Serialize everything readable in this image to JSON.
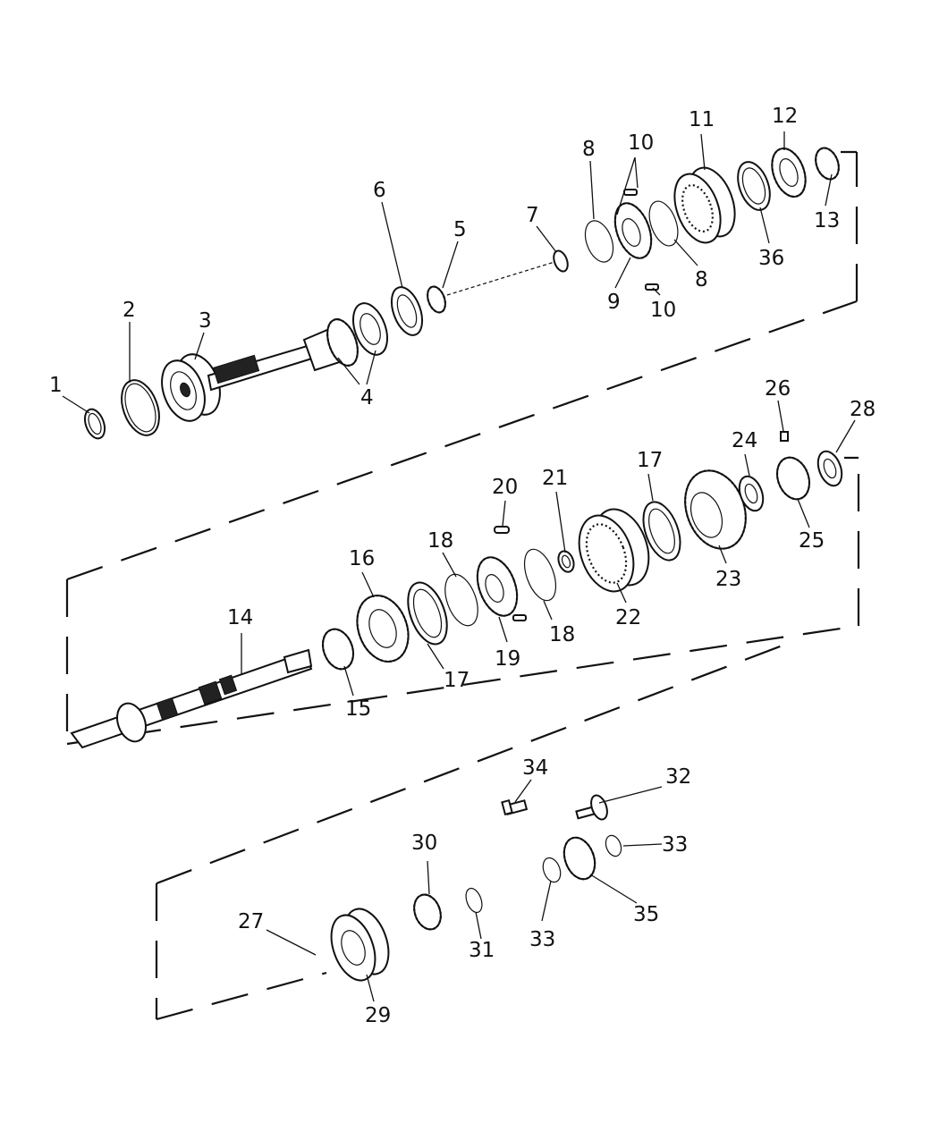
{
  "callouts": [
    {
      "id": "1",
      "text": "1"
    },
    {
      "id": "2",
      "text": "2"
    },
    {
      "id": "3",
      "text": "3"
    },
    {
      "id": "4",
      "text": "4"
    },
    {
      "id": "5",
      "text": "5"
    },
    {
      "id": "6",
      "text": "6"
    },
    {
      "id": "7",
      "text": "7"
    },
    {
      "id": "8a",
      "text": "8"
    },
    {
      "id": "8b",
      "text": "8"
    },
    {
      "id": "9",
      "text": "9"
    },
    {
      "id": "10a",
      "text": "10"
    },
    {
      "id": "10b",
      "text": "10"
    },
    {
      "id": "11",
      "text": "11"
    },
    {
      "id": "12",
      "text": "12"
    },
    {
      "id": "13",
      "text": "13"
    },
    {
      "id": "36",
      "text": "36"
    },
    {
      "id": "14",
      "text": "14"
    },
    {
      "id": "15",
      "text": "15"
    },
    {
      "id": "16",
      "text": "16"
    },
    {
      "id": "17a",
      "text": "17"
    },
    {
      "id": "17b",
      "text": "17"
    },
    {
      "id": "18a",
      "text": "18"
    },
    {
      "id": "18b",
      "text": "18"
    },
    {
      "id": "19",
      "text": "19"
    },
    {
      "id": "20",
      "text": "20"
    },
    {
      "id": "21",
      "text": "21"
    },
    {
      "id": "22",
      "text": "22"
    },
    {
      "id": "23",
      "text": "23"
    },
    {
      "id": "24",
      "text": "24"
    },
    {
      "id": "25",
      "text": "25"
    },
    {
      "id": "26",
      "text": "26"
    },
    {
      "id": "28",
      "text": "28"
    },
    {
      "id": "27",
      "text": "27"
    },
    {
      "id": "29",
      "text": "29"
    },
    {
      "id": "30",
      "text": "30"
    },
    {
      "id": "31",
      "text": "31"
    },
    {
      "id": "32",
      "text": "32"
    },
    {
      "id": "33a",
      "text": "33"
    },
    {
      "id": "33b",
      "text": "33"
    },
    {
      "id": "34",
      "text": "34"
    },
    {
      "id": "35",
      "text": "35"
    }
  ]
}
